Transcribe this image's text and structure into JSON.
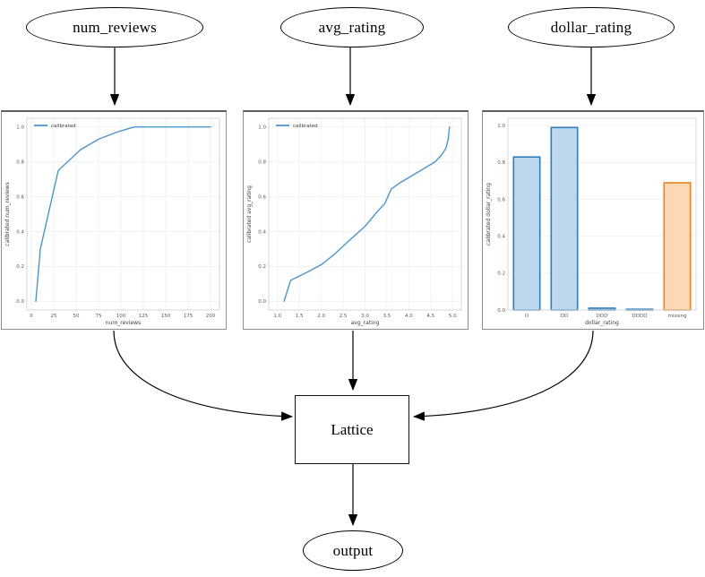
{
  "nodes": {
    "num_reviews": {
      "label": "num_reviews"
    },
    "avg_rating": {
      "label": "avg_rating"
    },
    "dollar_rating": {
      "label": "dollar_rating"
    },
    "lattice": {
      "label": "Lattice"
    },
    "output": {
      "label": "output"
    }
  },
  "colors": {
    "line_blue": "#4a96d2",
    "bar_blue_fill": "#bdd7ec",
    "bar_blue_edge": "#2e7ebc",
    "bar_orange_fill": "#fcd9b5",
    "bar_orange_edge": "#e8821e",
    "grid": "#f1f1f1",
    "spine": "#d7d7d7",
    "tick_text": "#595959",
    "label_text": "#3c3c3c"
  },
  "chart_data": [
    {
      "type": "line",
      "title": "",
      "xlabel": "num_reviews",
      "ylabel": "calibrated num_reviews",
      "legend": [
        "calibrated"
      ],
      "legend_position": "upper left",
      "grid": true,
      "line_color": "#4a96d2",
      "x": [
        5,
        10,
        30,
        55,
        75,
        95,
        115,
        200
      ],
      "y": [
        0.0,
        0.3,
        0.75,
        0.87,
        0.93,
        0.97,
        1.0,
        1.0
      ],
      "xlim": [
        -5,
        210
      ],
      "ylim": [
        -0.05,
        1.05
      ],
      "xticks": [
        0,
        25,
        50,
        75,
        100,
        125,
        150,
        175,
        200
      ],
      "xtick_labels": [
        "0",
        "25",
        "50",
        "75",
        "100",
        "125",
        "150",
        "175",
        "200"
      ],
      "yticks": [
        0.0,
        0.2,
        0.4,
        0.6,
        0.8,
        1.0
      ],
      "ytick_labels": [
        "0.0",
        "0.2",
        "0.4",
        "0.6",
        "0.8",
        "1.0"
      ]
    },
    {
      "type": "line",
      "title": "",
      "xlabel": "avg_rating",
      "ylabel": "calibrated avg_rating",
      "legend": [
        "calibrated"
      ],
      "legend_position": "upper left",
      "grid": true,
      "line_color": "#4a96d2",
      "x": [
        1.15,
        1.3,
        1.7,
        2.0,
        2.3,
        2.6,
        3.0,
        3.3,
        3.45,
        3.6,
        3.8,
        4.1,
        4.4,
        4.6,
        4.75,
        4.85,
        4.9,
        4.93
      ],
      "y": [
        0.0,
        0.12,
        0.17,
        0.21,
        0.27,
        0.34,
        0.43,
        0.52,
        0.56,
        0.645,
        0.68,
        0.725,
        0.77,
        0.8,
        0.84,
        0.88,
        0.93,
        1.0
      ],
      "xlim": [
        0.8,
        5.2
      ],
      "ylim": [
        -0.05,
        1.05
      ],
      "xticks": [
        1.0,
        1.5,
        2.0,
        2.5,
        3.0,
        3.5,
        4.0,
        4.5,
        5.0
      ],
      "xtick_labels": [
        "1.0",
        "1.5",
        "2.0",
        "2.5",
        "3.0",
        "3.5",
        "4.0",
        "4.5",
        "5.0"
      ],
      "yticks": [
        0.0,
        0.2,
        0.4,
        0.6,
        0.8,
        1.0
      ],
      "ytick_labels": [
        "0.0",
        "0.2",
        "0.4",
        "0.6",
        "0.8",
        "1.0"
      ]
    },
    {
      "type": "bar",
      "title": "",
      "xlabel": "dollar_rating",
      "ylabel": "calibrated dollar_rating",
      "grid": true,
      "categories": [
        "D",
        "DD",
        "DDD",
        "DDDD",
        "missing"
      ],
      "values": [
        0.83,
        0.99,
        0.01,
        0.004,
        0.69
      ],
      "bar_fill": [
        "#bdd7ec",
        "#bdd7ec",
        "#bdd7ec",
        "#bdd7ec",
        "#fcd9b5"
      ],
      "bar_edge": [
        "#2e7ebc",
        "#2e7ebc",
        "#2e7ebc",
        "#2e7ebc",
        "#e8821e"
      ],
      "ylim": [
        0,
        1.04
      ],
      "yticks": [
        0.0,
        0.2,
        0.4,
        0.6,
        0.8,
        1.0
      ],
      "ytick_labels": [
        "0.0",
        "0.2",
        "0.4",
        "0.6",
        "0.8",
        "1.0"
      ]
    }
  ]
}
